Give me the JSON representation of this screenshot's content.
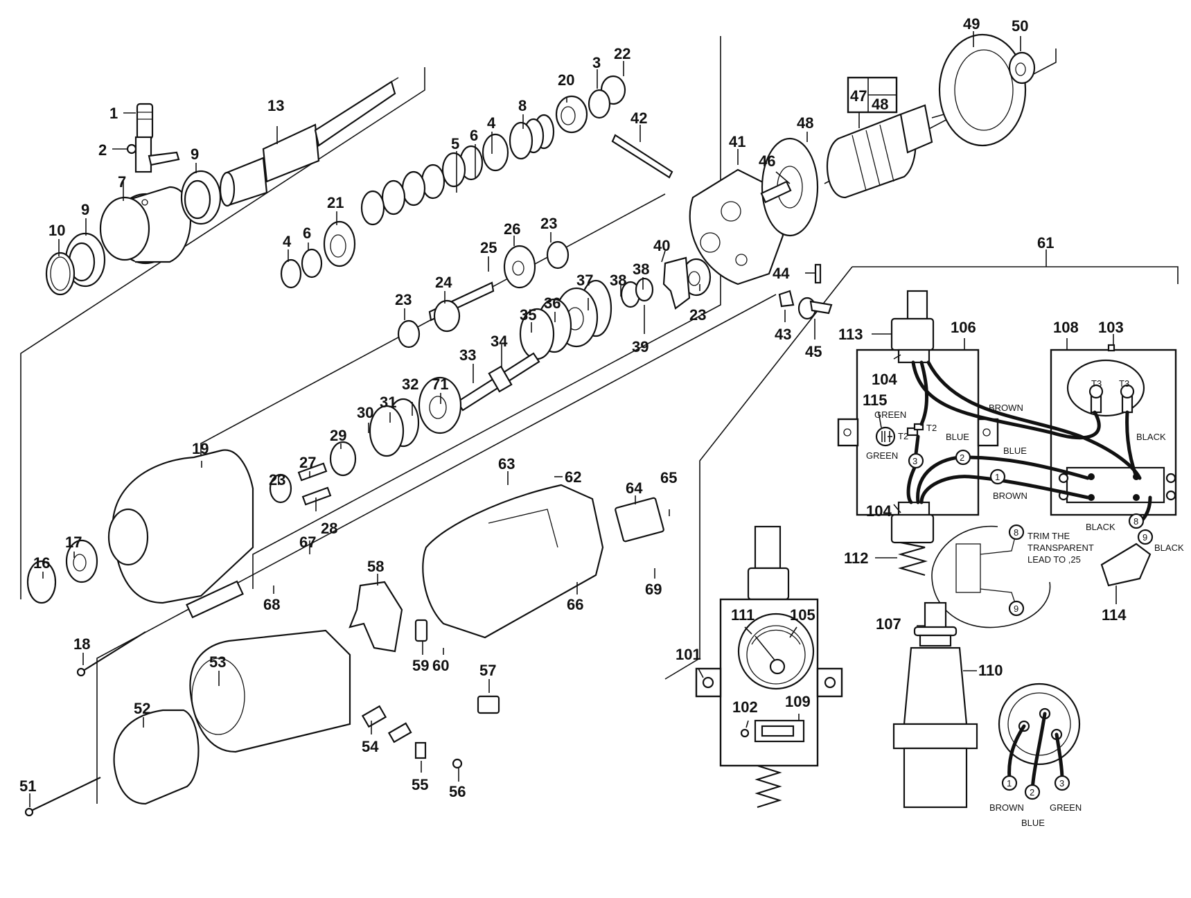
{
  "diagram": {
    "title": "Exploded parts diagram - core drill motor with gearbox and electrical control box",
    "callouts": [
      {
        "id": "c1",
        "text": "1"
      },
      {
        "id": "c2",
        "text": "2"
      },
      {
        "id": "c3",
        "text": "3"
      },
      {
        "id": "c4a",
        "text": "4"
      },
      {
        "id": "c4b",
        "text": "4"
      },
      {
        "id": "c5",
        "text": "5"
      },
      {
        "id": "c6a",
        "text": "6"
      },
      {
        "id": "c6b",
        "text": "6"
      },
      {
        "id": "c7",
        "text": "7"
      },
      {
        "id": "c8",
        "text": "8"
      },
      {
        "id": "c9a",
        "text": "9"
      },
      {
        "id": "c9b",
        "text": "9"
      },
      {
        "id": "c10",
        "text": "10"
      },
      {
        "id": "c13",
        "text": "13"
      },
      {
        "id": "c16",
        "text": "16"
      },
      {
        "id": "c17",
        "text": "17"
      },
      {
        "id": "c18",
        "text": "18"
      },
      {
        "id": "c19",
        "text": "19"
      },
      {
        "id": "c20",
        "text": "20"
      },
      {
        "id": "c21",
        "text": "21"
      },
      {
        "id": "c22",
        "text": "22"
      },
      {
        "id": "c23a",
        "text": "23"
      },
      {
        "id": "c23b",
        "text": "23"
      },
      {
        "id": "c23c",
        "text": "23"
      },
      {
        "id": "c23d",
        "text": "23"
      },
      {
        "id": "c24",
        "text": "24"
      },
      {
        "id": "c25",
        "text": "25"
      },
      {
        "id": "c26",
        "text": "26"
      },
      {
        "id": "c27",
        "text": "27"
      },
      {
        "id": "c28",
        "text": "28"
      },
      {
        "id": "c29",
        "text": "29"
      },
      {
        "id": "c30",
        "text": "30"
      },
      {
        "id": "c31",
        "text": "31"
      },
      {
        "id": "c32",
        "text": "32"
      },
      {
        "id": "c33",
        "text": "33"
      },
      {
        "id": "c34",
        "text": "34"
      },
      {
        "id": "c35",
        "text": "35"
      },
      {
        "id": "c36",
        "text": "36"
      },
      {
        "id": "c37",
        "text": "37"
      },
      {
        "id": "c38a",
        "text": "38"
      },
      {
        "id": "c38b",
        "text": "38"
      },
      {
        "id": "c39",
        "text": "39"
      },
      {
        "id": "c40",
        "text": "40"
      },
      {
        "id": "c41",
        "text": "41"
      },
      {
        "id": "c42",
        "text": "42"
      },
      {
        "id": "c43",
        "text": "43"
      },
      {
        "id": "c44",
        "text": "44"
      },
      {
        "id": "c45",
        "text": "45"
      },
      {
        "id": "c46",
        "text": "46"
      },
      {
        "id": "c47",
        "text": "47"
      },
      {
        "id": "c48a",
        "text": "48"
      },
      {
        "id": "c48b",
        "text": "48"
      },
      {
        "id": "c49",
        "text": "49"
      },
      {
        "id": "c50",
        "text": "50"
      },
      {
        "id": "c51",
        "text": "51"
      },
      {
        "id": "c52",
        "text": "52"
      },
      {
        "id": "c53",
        "text": "53"
      },
      {
        "id": "c54",
        "text": "54"
      },
      {
        "id": "c55",
        "text": "55"
      },
      {
        "id": "c56",
        "text": "56"
      },
      {
        "id": "c57",
        "text": "57"
      },
      {
        "id": "c58",
        "text": "58"
      },
      {
        "id": "c59",
        "text": "59"
      },
      {
        "id": "c60",
        "text": "60"
      },
      {
        "id": "c61",
        "text": "61"
      },
      {
        "id": "c62",
        "text": "62"
      },
      {
        "id": "c63",
        "text": "63"
      },
      {
        "id": "c64",
        "text": "64"
      },
      {
        "id": "c65",
        "text": "65"
      },
      {
        "id": "c66",
        "text": "66"
      },
      {
        "id": "c67",
        "text": "67"
      },
      {
        "id": "c68",
        "text": "68"
      },
      {
        "id": "c69",
        "text": "69"
      },
      {
        "id": "c71",
        "text": "71"
      },
      {
        "id": "c101",
        "text": "101"
      },
      {
        "id": "c102",
        "text": "102"
      },
      {
        "id": "c103",
        "text": "103"
      },
      {
        "id": "c104a",
        "text": "104"
      },
      {
        "id": "c104b",
        "text": "104"
      },
      {
        "id": "c105",
        "text": "105"
      },
      {
        "id": "c106",
        "text": "106"
      },
      {
        "id": "c107",
        "text": "107"
      },
      {
        "id": "c108",
        "text": "108"
      },
      {
        "id": "c109",
        "text": "109"
      },
      {
        "id": "c110",
        "text": "110"
      },
      {
        "id": "c111",
        "text": "111"
      },
      {
        "id": "c112",
        "text": "112"
      },
      {
        "id": "c113",
        "text": "113"
      },
      {
        "id": "c114",
        "text": "114"
      },
      {
        "id": "c115",
        "text": "115"
      }
    ],
    "wiring": {
      "wire_labels": {
        "green_top": "GREEN",
        "green_bottom": "GREEN",
        "t2_left": "T2",
        "t2_right": "T2",
        "blue_left": "BLUE",
        "blue_mid": "BLUE",
        "brown_top": "BROWN",
        "brown_mid": "BROWN",
        "t3_left": "T3",
        "t3_right": "T3",
        "black_right": "BLACK",
        "black_bottom": "BLACK",
        "black_lead": "BLACK"
      },
      "terminal_numbers": {
        "t1": "1",
        "t2": "2",
        "t3": "3",
        "t8": "8",
        "t9": "9"
      },
      "detail_note": [
        "TRIM THE",
        "TRANSPARENT",
        "LEAD TO ,25"
      ],
      "detail_terminals": {
        "d8": "8",
        "d9": "9"
      },
      "plug_pins": [
        {
          "num": "1",
          "color": "BROWN"
        },
        {
          "num": "2",
          "color": "BLUE"
        },
        {
          "num": "3",
          "color": "GREEN"
        }
      ]
    },
    "ground_symbol": "ground-icon"
  }
}
